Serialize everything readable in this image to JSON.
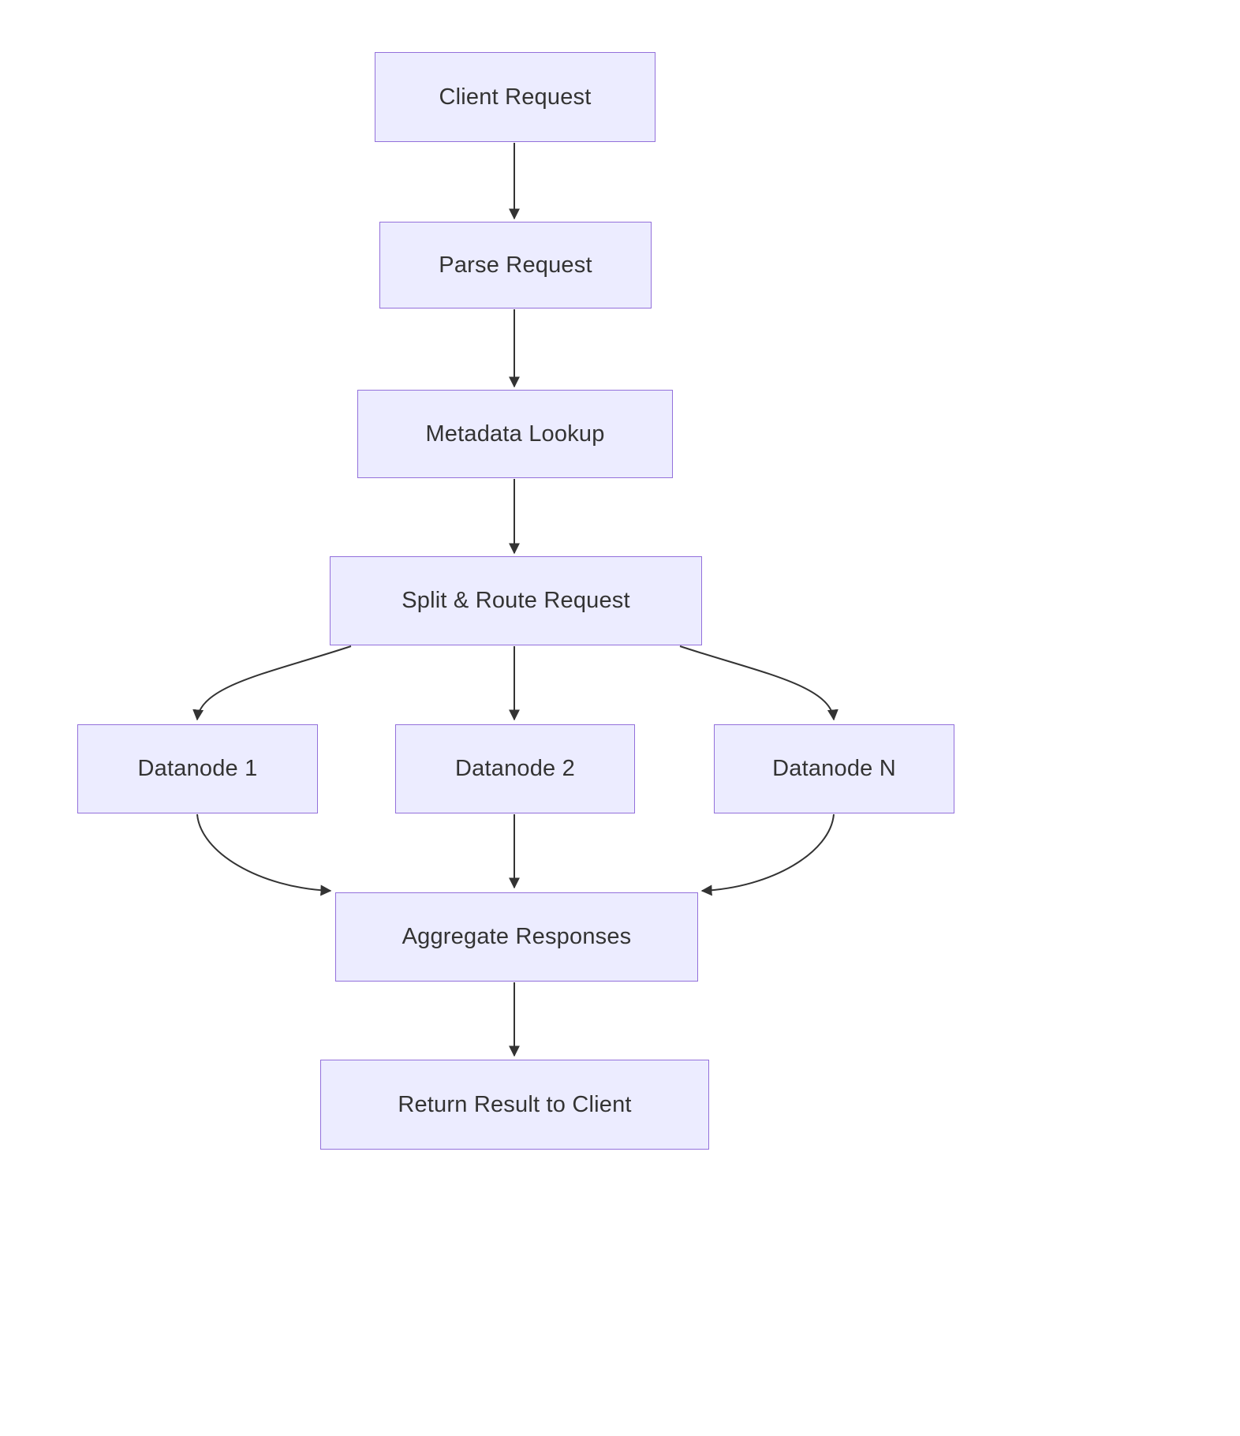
{
  "diagram": {
    "type": "flowchart",
    "direction": "top-down",
    "title": "",
    "nodes": [
      {
        "id": "client",
        "label": "Client Request"
      },
      {
        "id": "parse",
        "label": "Parse Request"
      },
      {
        "id": "metadata",
        "label": "Metadata Lookup"
      },
      {
        "id": "split",
        "label": "Split & Route Request"
      },
      {
        "id": "datanode1",
        "label": "Datanode 1"
      },
      {
        "id": "datanode2",
        "label": "Datanode 2"
      },
      {
        "id": "datanodeN",
        "label": "Datanode N"
      },
      {
        "id": "aggregate",
        "label": "Aggregate Responses"
      },
      {
        "id": "return",
        "label": "Return Result to Client"
      }
    ],
    "edges": [
      {
        "from": "client",
        "to": "parse"
      },
      {
        "from": "parse",
        "to": "metadata"
      },
      {
        "from": "metadata",
        "to": "split"
      },
      {
        "from": "split",
        "to": "datanode1"
      },
      {
        "from": "split",
        "to": "datanode2"
      },
      {
        "from": "split",
        "to": "datanodeN"
      },
      {
        "from": "datanode1",
        "to": "aggregate"
      },
      {
        "from": "datanode2",
        "to": "aggregate"
      },
      {
        "from": "datanodeN",
        "to": "aggregate"
      },
      {
        "from": "aggregate",
        "to": "return"
      }
    ],
    "colors": {
      "node_fill": "#ECECFF",
      "node_border": "#9370DB",
      "text": "#333333",
      "edge": "#333333"
    }
  }
}
